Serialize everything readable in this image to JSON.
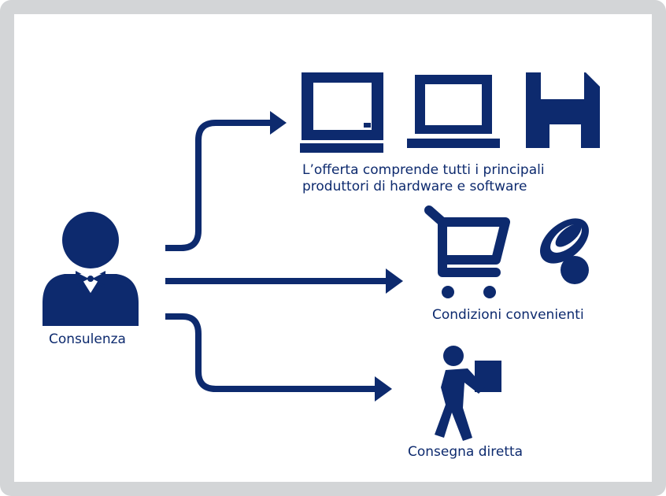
{
  "colors": {
    "primary": "#0d2a6e",
    "frame": "#d3d5d7",
    "background": "#ffffff"
  },
  "nodes": {
    "consulenza": {
      "label": "Consulenza",
      "icon": "consultant-person-icon"
    },
    "offerta": {
      "line1": "L’offerta comprende tutti i principali",
      "line2": "produttori di hardware e software",
      "icons": [
        "desktop-computer-icon",
        "laptop-icon",
        "floppy-disk-icon"
      ]
    },
    "condizioni": {
      "label": "Condizioni convenienti",
      "icons": [
        "shopping-cart-icon",
        "coins-icon"
      ]
    },
    "consegna": {
      "label": "Consegna diretta",
      "icon": "delivery-person-icon"
    }
  },
  "arrows": [
    {
      "from": "consulenza",
      "to": "offerta"
    },
    {
      "from": "consulenza",
      "to": "condizioni"
    },
    {
      "from": "consulenza",
      "to": "consegna"
    }
  ]
}
